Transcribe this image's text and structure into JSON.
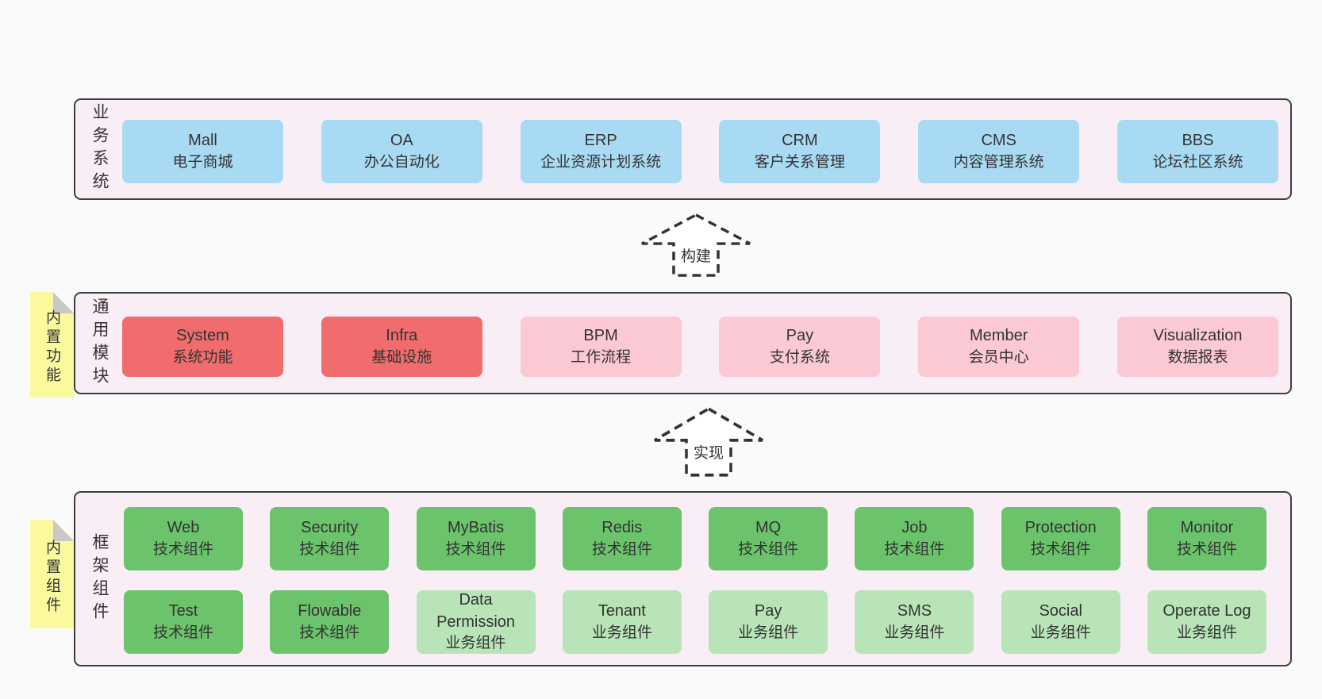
{
  "colors": {
    "page_bg": "#fafafa",
    "band_bg": "#f9edf6",
    "band_border": "#3f3f3f",
    "blue_box": "#a9daf3",
    "red_box": "#f16c6c",
    "pink_box": "#fbc9d3",
    "green_dark_box": "#6bc46b",
    "green_light_box": "#b8e4b8",
    "note_bg": "#fbf99e",
    "note_fold": "#c8c8c8",
    "text": "#333333"
  },
  "arrows": [
    {
      "label": "构建"
    },
    {
      "label": "实现"
    }
  ],
  "bands": [
    {
      "label": "业务系统",
      "boxes": [
        {
          "en": "Mall",
          "cn": "电子商城"
        },
        {
          "en": "OA",
          "cn": "办公自动化"
        },
        {
          "en": "ERP",
          "cn": "企业资源计划系统"
        },
        {
          "en": "CRM",
          "cn": "客户关系管理"
        },
        {
          "en": "CMS",
          "cn": "内容管理系统"
        },
        {
          "en": "BBS",
          "cn": "论坛社区系统"
        }
      ]
    },
    {
      "label": "通用模块",
      "note": "内置功能",
      "boxes": [
        {
          "en": "System",
          "cn": "系统功能",
          "type": "core"
        },
        {
          "en": "Infra",
          "cn": "基础设施",
          "type": "core"
        },
        {
          "en": "BPM",
          "cn": "工作流程",
          "type": "optional"
        },
        {
          "en": "Pay",
          "cn": "支付系统",
          "type": "optional"
        },
        {
          "en": "Member",
          "cn": "会员中心",
          "type": "optional"
        },
        {
          "en": "Visualization",
          "cn": "数据报表",
          "type": "optional"
        }
      ]
    },
    {
      "label": "框架组件",
      "note": "内置组件",
      "rows": [
        [
          {
            "en": "Web",
            "cn": "技术组件",
            "type": "tech"
          },
          {
            "en": "Security",
            "cn": "技术组件",
            "type": "tech"
          },
          {
            "en": "MyBatis",
            "cn": "技术组件",
            "type": "tech"
          },
          {
            "en": "Redis",
            "cn": "技术组件",
            "type": "tech"
          },
          {
            "en": "MQ",
            "cn": "技术组件",
            "type": "tech"
          },
          {
            "en": "Job",
            "cn": "技术组件",
            "type": "tech"
          },
          {
            "en": "Protection",
            "cn": "技术组件",
            "type": "tech"
          },
          {
            "en": "Monitor",
            "cn": "技术组件",
            "type": "tech"
          }
        ],
        [
          {
            "en": "Test",
            "cn": "技术组件",
            "type": "tech"
          },
          {
            "en": "Flowable",
            "cn": "技术组件",
            "type": "tech"
          },
          {
            "en": "Data Permission",
            "cn": "业务组件",
            "type": "biz"
          },
          {
            "en": "Tenant",
            "cn": "业务组件",
            "type": "biz"
          },
          {
            "en": "Pay",
            "cn": "业务组件",
            "type": "biz"
          },
          {
            "en": "SMS",
            "cn": "业务组件",
            "type": "biz"
          },
          {
            "en": "Social",
            "cn": "业务组件",
            "type": "biz"
          },
          {
            "en": "Operate Log",
            "cn": "业务组件",
            "type": "biz"
          }
        ]
      ]
    }
  ]
}
